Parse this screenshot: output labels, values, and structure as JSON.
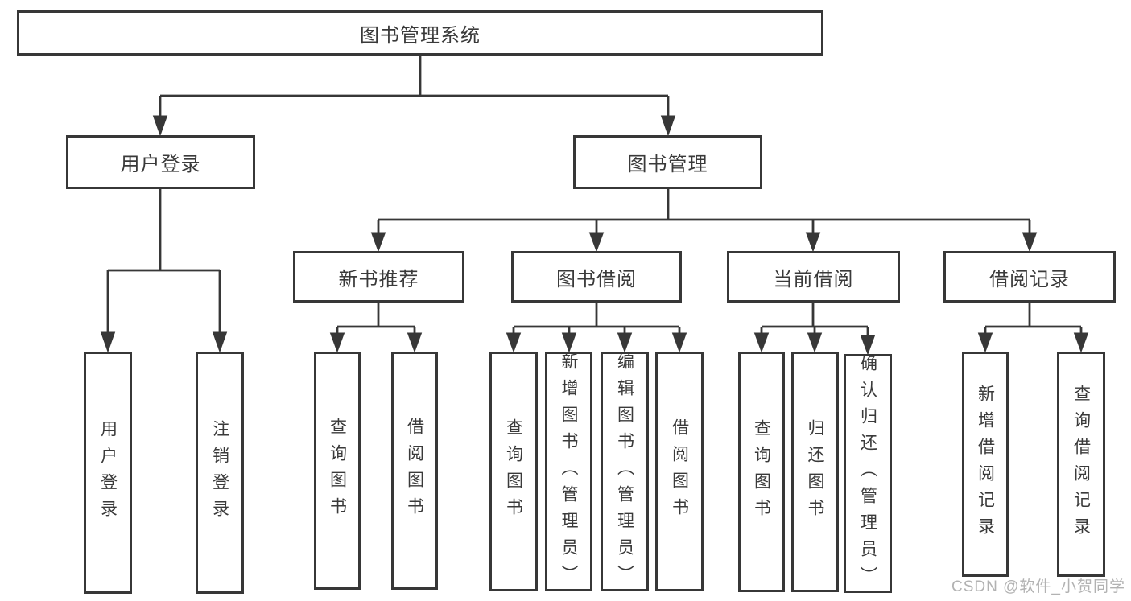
{
  "diagram": {
    "type": "hierarchy-tree",
    "root": {
      "label": "图书管理系统"
    },
    "level2": [
      {
        "id": "user-login",
        "label": "用户登录",
        "parent": "图书管理系统"
      },
      {
        "id": "book-management",
        "label": "图书管理",
        "parent": "图书管理系统"
      }
    ],
    "level3": [
      {
        "id": "new-book-recommend",
        "label": "新书推荐",
        "parent": "图书管理"
      },
      {
        "id": "book-borrow",
        "label": "图书借阅",
        "parent": "图书管理"
      },
      {
        "id": "current-borrow",
        "label": "当前借阅",
        "parent": "图书管理"
      },
      {
        "id": "borrow-record",
        "label": "借阅记录",
        "parent": "图书管理"
      }
    ],
    "leaves": [
      {
        "label": "用户登录",
        "parent": "用户登录"
      },
      {
        "label": "注销登录",
        "parent": "用户登录"
      },
      {
        "label": "查询图书",
        "parent": "新书推荐"
      },
      {
        "label": "借阅图书",
        "parent": "新书推荐"
      },
      {
        "label": "查询图书",
        "parent": "图书借阅"
      },
      {
        "label": "新增图书（管理员）",
        "parent": "图书借阅"
      },
      {
        "label": "编辑图书（管理员）",
        "parent": "图书借阅"
      },
      {
        "label": "借阅图书",
        "parent": "图书借阅"
      },
      {
        "label": "查询图书",
        "parent": "当前借阅"
      },
      {
        "label": "归还图书",
        "parent": "当前借阅"
      },
      {
        "label": "确认归还（管理员）",
        "parent": "当前借阅"
      },
      {
        "label": "新增借阅记录",
        "parent": "借阅记录"
      },
      {
        "label": "查询借阅记录",
        "parent": "借阅记录"
      }
    ],
    "colors": {
      "line": "#373737",
      "text": "#3a3a3a",
      "background": "#ffffff",
      "watermark": "#b2b2b2"
    }
  },
  "watermark": {
    "text": "CSDN @软件_小贺同学"
  }
}
